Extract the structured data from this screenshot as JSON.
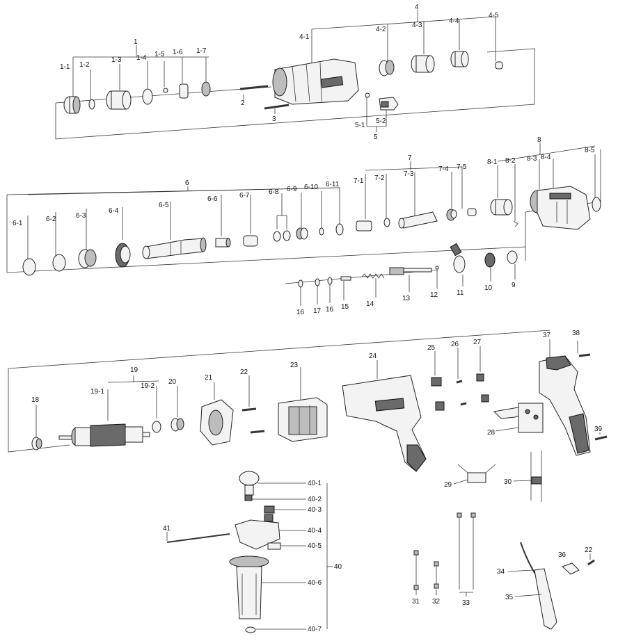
{
  "labels": {
    "g1": "1",
    "p1_1": "1-1",
    "p1_2": "1-2",
    "p1_3": "1-3",
    "p1_4": "1-4",
    "p1_5": "1-5",
    "p1_6": "1-6",
    "p1_7": "1-7",
    "p2": "2",
    "p3": "3",
    "g4": "4",
    "p4_1": "4-1",
    "p4_2": "4-2",
    "p4_3": "4-3",
    "p4_4": "4-4",
    "p4_5": "4-5",
    "g5": "5",
    "p5_1": "5-1",
    "p5_2": "5-2",
    "g6": "6",
    "p6_1": "6-1",
    "p6_2": "6-2",
    "p6_3": "6-3",
    "p6_4": "6-4",
    "p6_5": "6-5",
    "p6_6": "6-6",
    "p6_7": "6-7",
    "p6_8": "6-8",
    "p6_9": "6-9",
    "p6_10": "6-10",
    "p6_11": "6-11",
    "g7": "7",
    "p7_1": "7-1",
    "p7_2": "7-2",
    "p7_3": "7-3",
    "p7_4": "7-4",
    "p7_5": "7-5",
    "g8": "8",
    "p8_1": "8-1",
    "p8_2": "8-2",
    "p8_3": "8-3",
    "p8_4": "8-4",
    "p8_5": "8-5",
    "p9": "9",
    "p10": "10",
    "p11": "11",
    "p12": "12",
    "p13": "13",
    "p14": "14",
    "p15": "15",
    "p16a": "16",
    "p16b": "16",
    "p17": "17",
    "p18": "18",
    "g19": "19",
    "p19_1": "19-1",
    "p19_2": "19-2",
    "p20": "20",
    "p21": "21",
    "p22a": "22",
    "p22b": "22",
    "p23": "23",
    "p24": "24",
    "p25": "25",
    "p26": "26",
    "p27": "27",
    "p28": "28",
    "p29": "29",
    "p30": "30",
    "p31": "31",
    "p32": "32",
    "p33": "33",
    "p34": "34",
    "p35": "35",
    "p36": "36",
    "p37": "37",
    "p38": "38",
    "p39": "39",
    "g40": "40",
    "p40_1": "40-1",
    "p40_2": "40-2",
    "p40_3": "40-3",
    "p40_4": "40-4",
    "p40_5": "40-5",
    "p40_6": "40-6",
    "p40_7": "40-7",
    "p41": "41"
  },
  "colors": {
    "line": "#333333",
    "part_fill": "#f3f3f3",
    "dark_fill": "#6a6a6a",
    "background": "#ffffff"
  }
}
